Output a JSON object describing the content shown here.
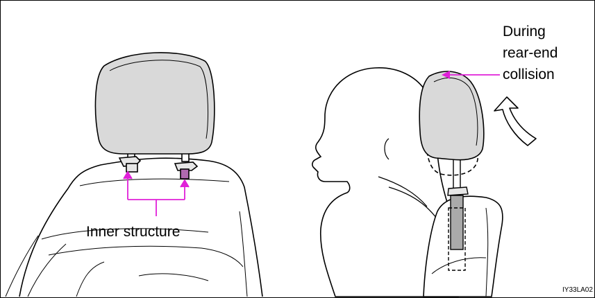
{
  "labels": {
    "inner_structure": "Inner structure",
    "during_line1": "During",
    "during_line2": "rear-end",
    "during_line3": "collision",
    "figure_code": "IY33LA02"
  },
  "colors": {
    "callout": "#e020d8",
    "headrest_fill": "#d9d9d9",
    "line": "#000000"
  }
}
